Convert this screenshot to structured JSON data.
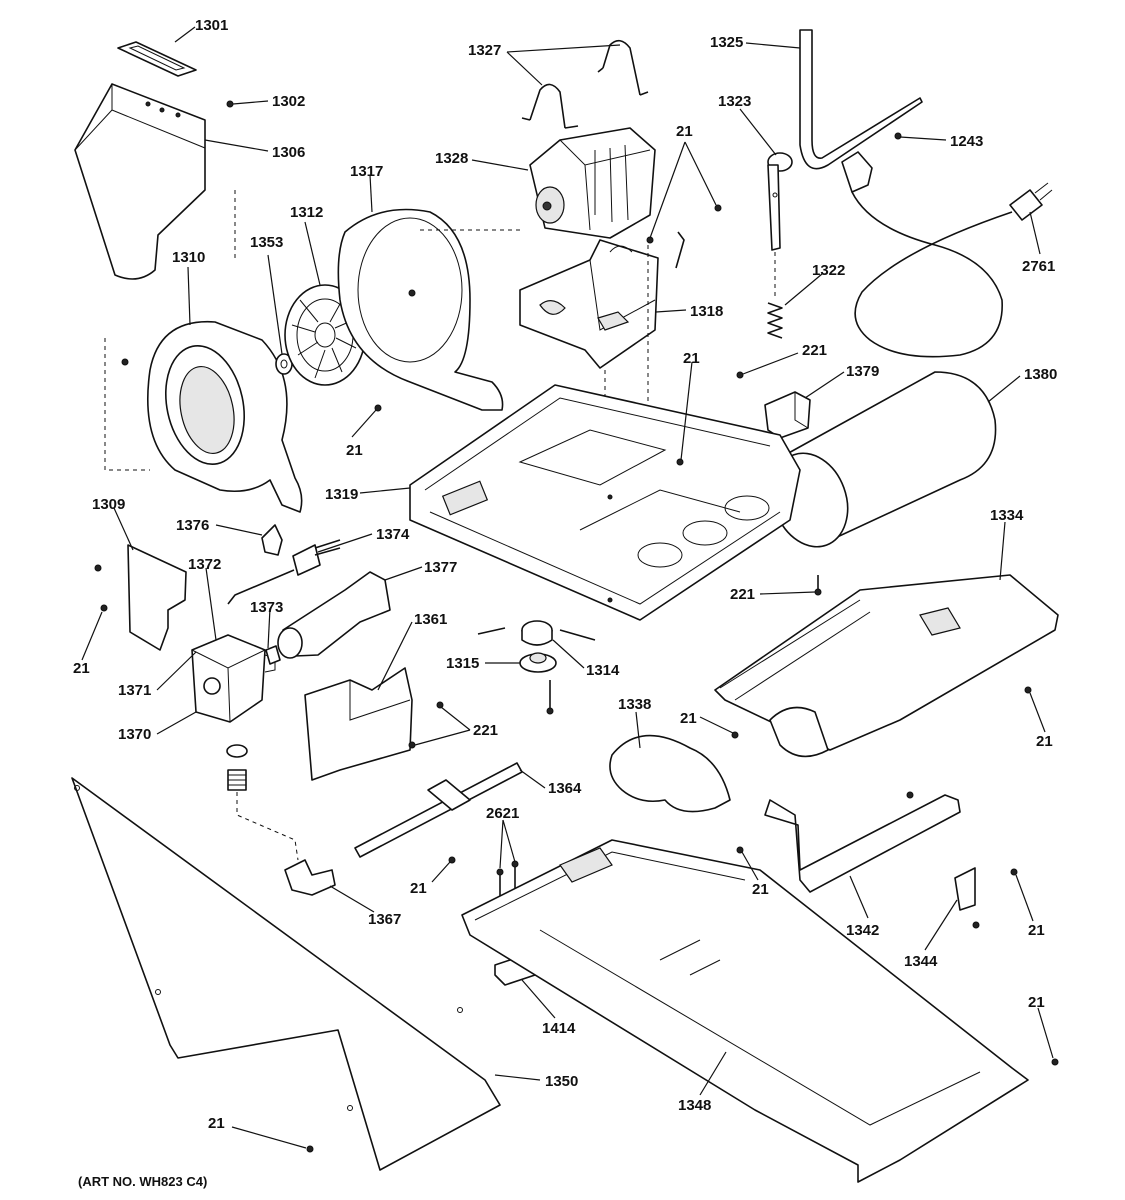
{
  "labels": {
    "p1301": "1301",
    "p1302": "1302",
    "p1306": "1306",
    "p1317": "1317",
    "p1312": "1312",
    "p1310": "1310",
    "p1353": "1353",
    "p1327": "1327",
    "p1328": "1328",
    "p21": "21",
    "p1325": "1325",
    "p1323": "1323",
    "p1243": "1243",
    "p2761": "2761",
    "p1322": "1322",
    "p1318": "1318",
    "p221": "221",
    "p1379": "1379",
    "p1380": "1380",
    "p1319": "1319",
    "p1309": "1309",
    "p1376": "1376",
    "p1374": "1374",
    "p1372": "1372",
    "p1377": "1377",
    "p1373": "1373",
    "p1361": "1361",
    "p1315": "1315",
    "p1314": "1314",
    "p1371": "1371",
    "p1370": "1370",
    "p1334": "1334",
    "p1338": "1338",
    "p1364": "1364",
    "p2621": "2621",
    "p1367": "1367",
    "p1342": "1342",
    "p1344": "1344",
    "p1414": "1414",
    "p1350": "1350",
    "p1348": "1348"
  },
  "art_number": "(ART NO. WH823 C4)"
}
